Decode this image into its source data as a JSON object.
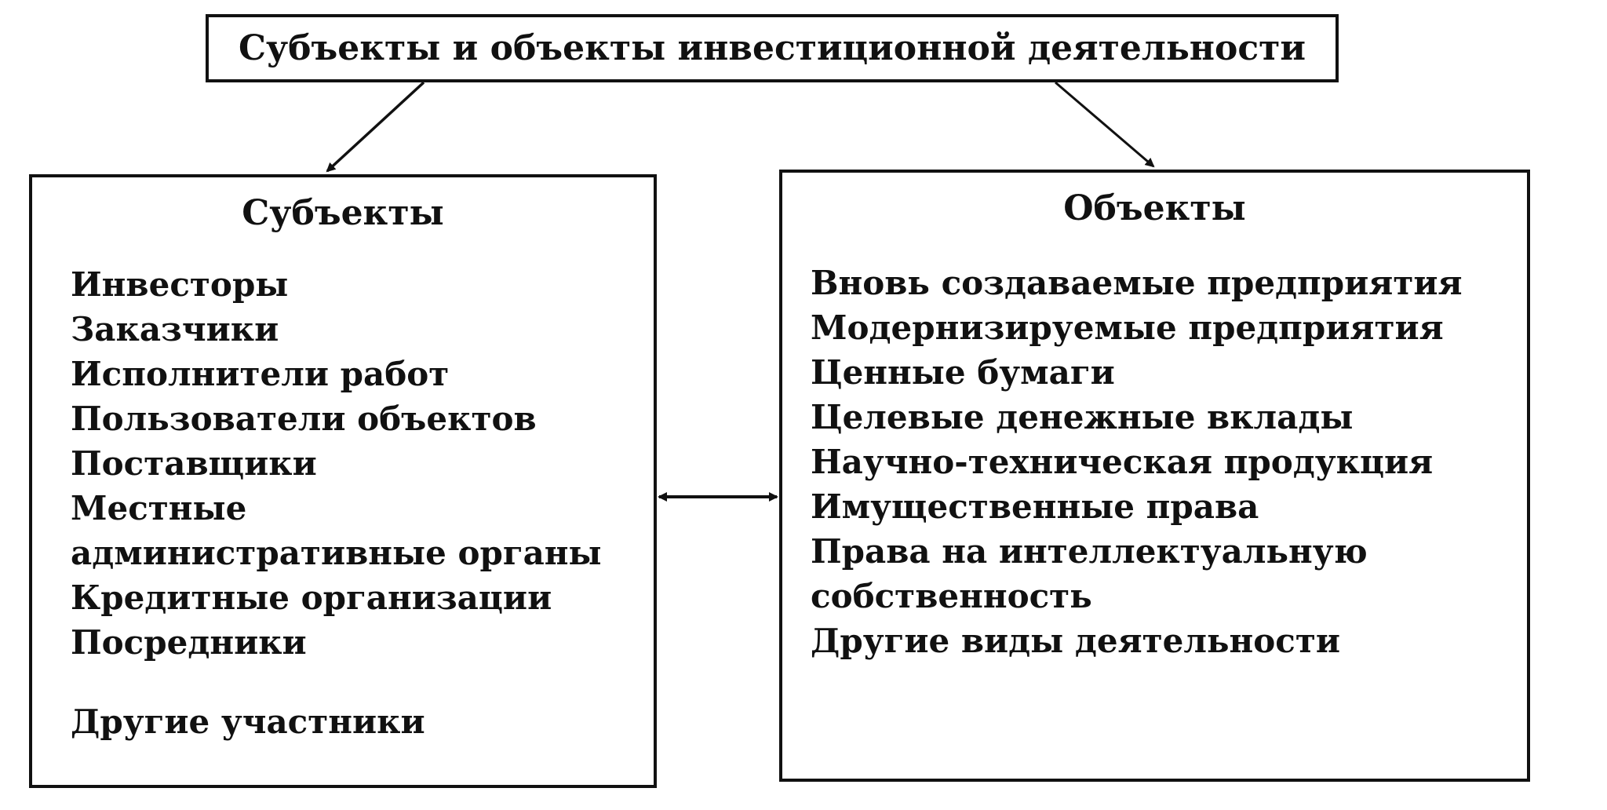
{
  "title": "Субъекты и объекты инвестиционной деятельности",
  "subjects": {
    "heading": "Субъекты",
    "items": [
      "Инвесторы",
      "Заказчики",
      "Исполнители работ",
      "Пользователи объектов",
      "Поставщики",
      "Местные",
      "административные органы",
      "Кредитные организации",
      "Посредники"
    ],
    "other": "Другие участники"
  },
  "objects": {
    "heading": "Объекты",
    "items": [
      "Вновь создаваемые предприятия",
      "Модернизируемые предприятия",
      "Ценные бумаги",
      "Целевые денежные вклады",
      "Научно-техническая продукция",
      "Имущественные права",
      "Права на интеллектуальную",
      "собственность",
      "Другие виды деятельности"
    ]
  }
}
